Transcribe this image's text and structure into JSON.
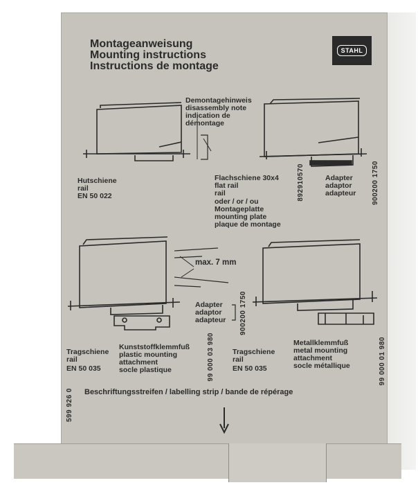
{
  "title": {
    "de": "Montageanweisung",
    "en": "Mounting instructions",
    "fr": "Instructions de montage"
  },
  "logo": "STAHL",
  "disassembly": {
    "de": "Demontagehinweis",
    "en": "disassembly note",
    "fr1": "indication de",
    "fr2": "démontage"
  },
  "hutschiene": {
    "de": "Hutschiene",
    "en": "rail",
    "norm": "EN 50 022"
  },
  "flat": {
    "de": "Flachschiene 30x4",
    "en": "flat rail",
    "fr": "rail",
    "or": "oder / or / ou",
    "plate_de": "Montageplatte",
    "plate_en": "mounting plate",
    "plate_fr": "plaque de montage",
    "code": "892910570"
  },
  "adapter_top": {
    "de": "Adapter",
    "en": "adaptor",
    "fr": "adapteur",
    "code": "900200 1750"
  },
  "max": "max. 7 mm",
  "adapter_mid": {
    "de": "Adapter",
    "en": "adaptor",
    "fr": "adapteur",
    "code": "900200 1750"
  },
  "tragschiene_left": {
    "de": "Tragschiene",
    "en": "rail",
    "norm": "EN 50 035"
  },
  "plastic": {
    "de": "Kunststoffklemmfuß",
    "en1": "plastic mounting",
    "en2": "attachment",
    "fr": "socle plastique",
    "code": "99 000 03 980"
  },
  "tragschiene_right": {
    "de": "Tragschiene",
    "en": "rail",
    "norm": "EN 50 035"
  },
  "metal": {
    "de": "Metallklemmfuß",
    "en1": "metal mounting",
    "en2": "attachment",
    "fr": "socle métallique",
    "code": "99 000 01 980"
  },
  "strip": "Beschriftungsstreifen / labelling strip / bande de répérage",
  "doc_number": "599 926 0"
}
